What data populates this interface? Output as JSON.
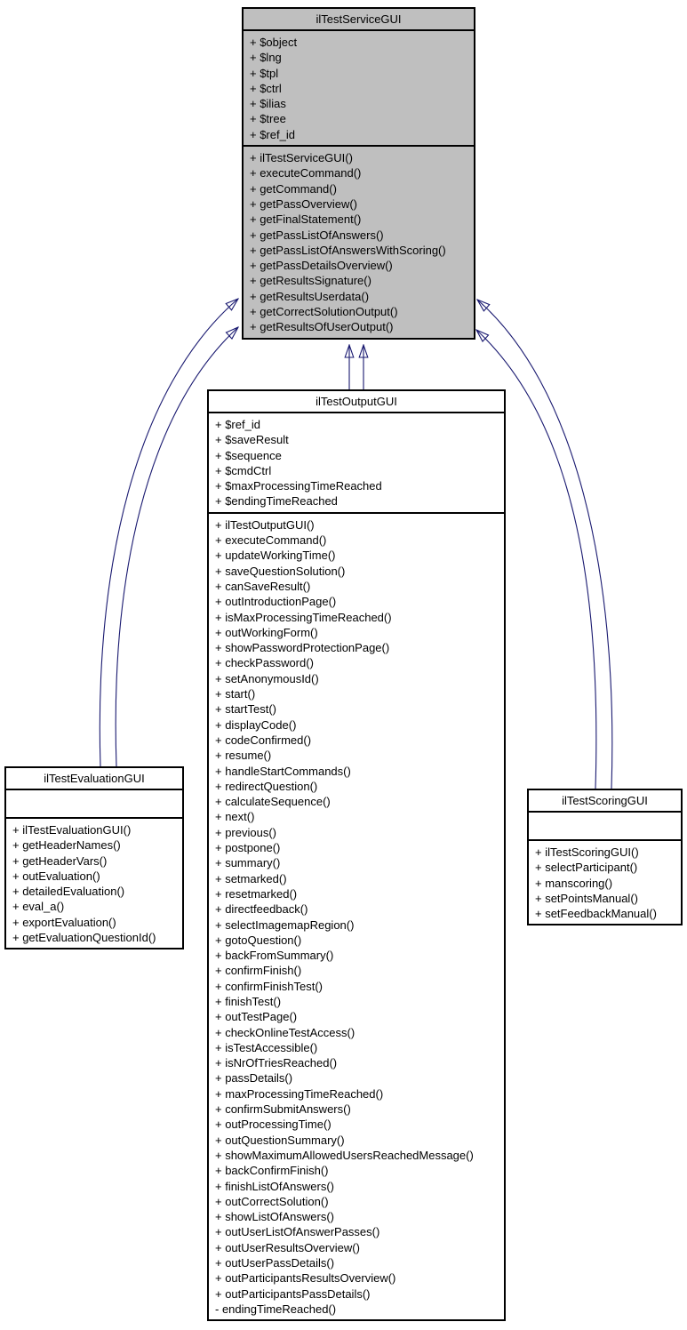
{
  "diagram": {
    "kind": "uml-class-inheritance-diagram",
    "edge_color": "#191970",
    "parent_fill": "#bfbfbf",
    "child_fill": "#ffffff",
    "border_color": "#000000",
    "relations": [
      {
        "from": "ilTestEvaluationGUI",
        "to": "ilTestServiceGUI",
        "type": "inheritance",
        "arrow_count": 2
      },
      {
        "from": "ilTestOutputGUI",
        "to": "ilTestServiceGUI",
        "type": "inheritance",
        "arrow_count": 2
      },
      {
        "from": "ilTestScoringGUI",
        "to": "ilTestServiceGUI",
        "type": "inheritance",
        "arrow_count": 2
      }
    ]
  },
  "classes": {
    "service": {
      "name": "ilTestServiceGUI",
      "attributes": [
        "+ $object",
        "+ $lng",
        "+ $tpl",
        "+ $ctrl",
        "+ $ilias",
        "+ $tree",
        "+ $ref_id"
      ],
      "methods": [
        "+ ilTestServiceGUI()",
        "+ executeCommand()",
        "+ getCommand()",
        "+ getPassOverview()",
        "+ getFinalStatement()",
        "+ getPassListOfAnswers()",
        "+ getPassListOfAnswersWithScoring()",
        "+ getPassDetailsOverview()",
        "+ getResultsSignature()",
        "+ getResultsUserdata()",
        "+ getCorrectSolutionOutput()",
        "+ getResultsOfUserOutput()"
      ]
    },
    "output": {
      "name": "ilTestOutputGUI",
      "attributes": [
        "+ $ref_id",
        "+ $saveResult",
        "+ $sequence",
        "+ $cmdCtrl",
        "+ $maxProcessingTimeReached",
        "+ $endingTimeReached"
      ],
      "methods": [
        "+ ilTestOutputGUI()",
        "+ executeCommand()",
        "+ updateWorkingTime()",
        "+ saveQuestionSolution()",
        "+ canSaveResult()",
        "+ outIntroductionPage()",
        "+ isMaxProcessingTimeReached()",
        "+ outWorkingForm()",
        "+ showPasswordProtectionPage()",
        "+ checkPassword()",
        "+ setAnonymousId()",
        "+ start()",
        "+ startTest()",
        "+ displayCode()",
        "+ codeConfirmed()",
        "+ resume()",
        "+ handleStartCommands()",
        "+ redirectQuestion()",
        "+ calculateSequence()",
        "+ next()",
        "+ previous()",
        "+ postpone()",
        "+ summary()",
        "+ setmarked()",
        "+ resetmarked()",
        "+ directfeedback()",
        "+ selectImagemapRegion()",
        "+ gotoQuestion()",
        "+ backFromSummary()",
        "+ confirmFinish()",
        "+ confirmFinishTest()",
        "+ finishTest()",
        "+ outTestPage()",
        "+ checkOnlineTestAccess()",
        "+ isTestAccessible()",
        "+ isNrOfTriesReached()",
        "+ passDetails()",
        "+ maxProcessingTimeReached()",
        "+ confirmSubmitAnswers()",
        "+ outProcessingTime()",
        "+ outQuestionSummary()",
        "+ showMaximumAllowedUsersReachedMessage()",
        "+ backConfirmFinish()",
        "+ finishListOfAnswers()",
        "+ outCorrectSolution()",
        "+ showListOfAnswers()",
        "+ outUserListOfAnswerPasses()",
        "+ outUserResultsOverview()",
        "+ outUserPassDetails()",
        "+ outParticipantsResultsOverview()",
        "+ outParticipantsPassDetails()",
        "- endingTimeReached()"
      ]
    },
    "evaluation": {
      "name": "ilTestEvaluationGUI",
      "attributes": [],
      "methods": [
        "+ ilTestEvaluationGUI()",
        "+ getHeaderNames()",
        "+ getHeaderVars()",
        "+ outEvaluation()",
        "+ detailedEvaluation()",
        "+ eval_a()",
        "+ exportEvaluation()",
        "+ getEvaluationQuestionId()"
      ]
    },
    "scoring": {
      "name": "ilTestScoringGUI",
      "attributes": [],
      "methods": [
        "+ ilTestScoringGUI()",
        "+ selectParticipant()",
        "+ manscoring()",
        "+ setPointsManual()",
        "+ setFeedbackManual()"
      ]
    }
  }
}
